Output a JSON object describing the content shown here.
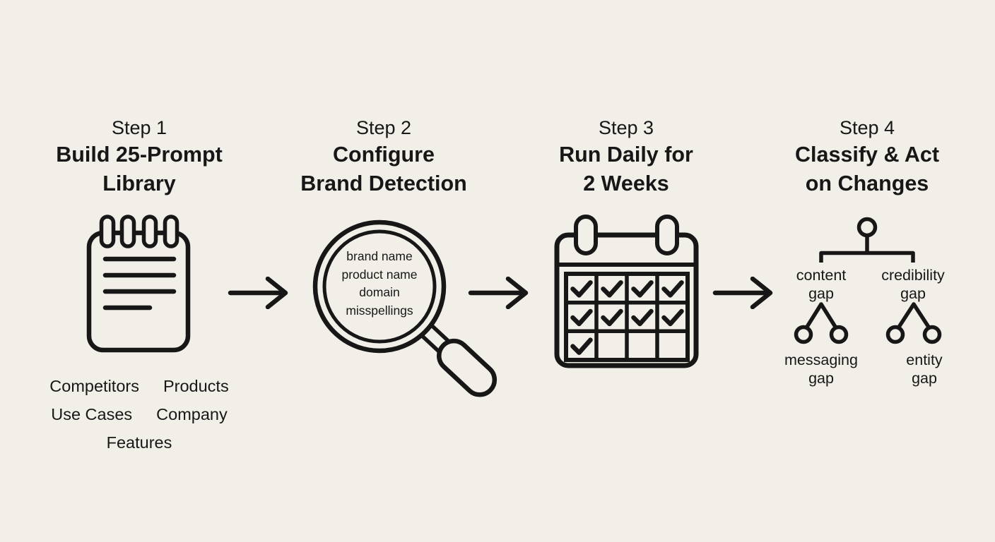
{
  "colors": {
    "background": "#f2efe8",
    "ink": "#171717"
  },
  "steps": [
    {
      "kicker": "Step 1",
      "title_lines": [
        "Build 25-Prompt",
        "Library"
      ],
      "icon": "notepad-icon",
      "tag_rows": [
        [
          "Competitors",
          "Products"
        ],
        [
          "Use Cases",
          "Company"
        ],
        [
          "Features"
        ]
      ]
    },
    {
      "kicker": "Step 2",
      "title_lines": [
        "Configure",
        "Brand Detection"
      ],
      "icon": "magnifier-icon",
      "lens_terms": [
        "brand name",
        "product name",
        "domain",
        "misspellings"
      ]
    },
    {
      "kicker": "Step 3",
      "title_lines": [
        "Run Daily for",
        "2 Weeks"
      ],
      "icon": "calendar-icon",
      "calendar": {
        "columns": 4,
        "rows": 3,
        "checked": [
          [
            1,
            1,
            1,
            1
          ],
          [
            1,
            1,
            1,
            1
          ],
          [
            1,
            0,
            0,
            0
          ]
        ]
      }
    },
    {
      "kicker": "Step 4",
      "title_lines": [
        "Classify & Act",
        "on Changes"
      ],
      "icon": "tree-icon",
      "tree": {
        "branches": [
          {
            "label_lines": [
              "content",
              "gap"
            ],
            "child_lines": [
              "messaging",
              "gap"
            ]
          },
          {
            "label_lines": [
              "credibility",
              "gap"
            ],
            "child_lines": [
              "entity",
              "gap"
            ]
          }
        ]
      }
    }
  ]
}
